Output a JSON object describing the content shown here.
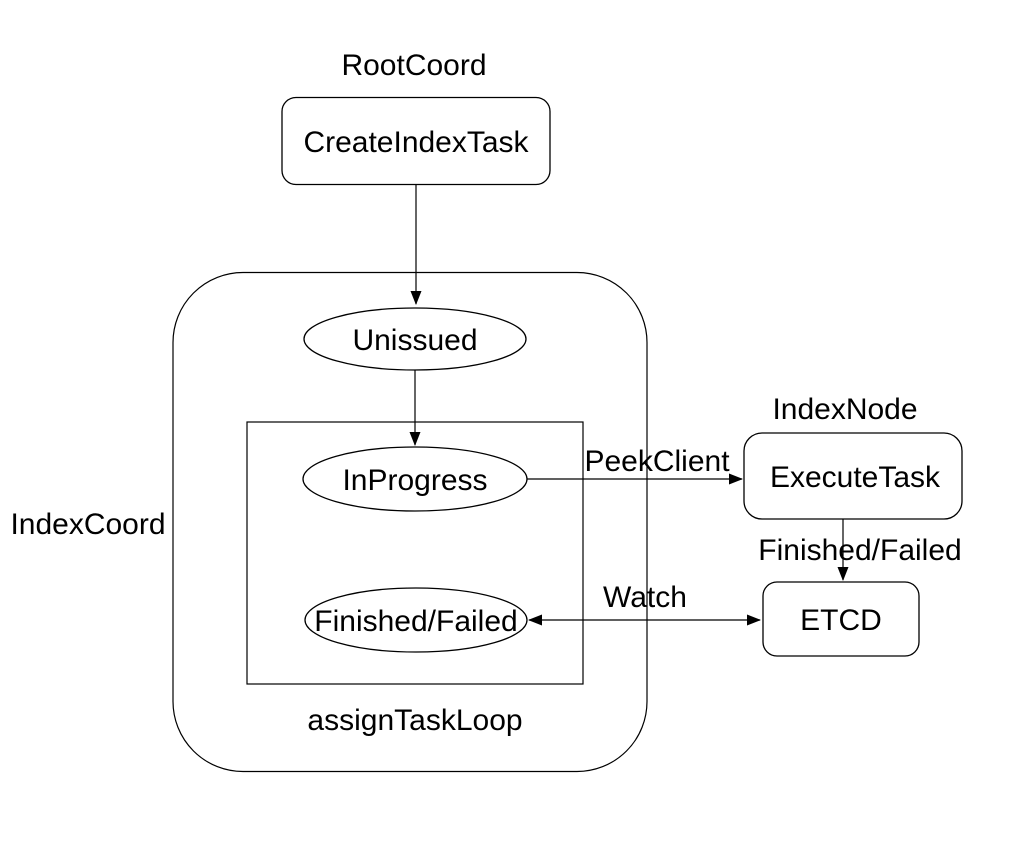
{
  "diagram": {
    "title_labels": {
      "root_coord": "RootCoord",
      "index_coord": "IndexCoord",
      "index_node": "IndexNode",
      "assign_task_loop": "assignTaskLoop"
    },
    "nodes": {
      "create_index_task": "CreateIndexTask",
      "unissued": "Unissued",
      "in_progress": "InProgress",
      "finished_failed": "Finished/Failed",
      "execute_task": "ExecuteTask",
      "etcd": "ETCD"
    },
    "edge_labels": {
      "peek_client": "PeekClient",
      "finished_failed": "Finished/Failed",
      "watch": "Watch"
    },
    "colors": {
      "background": "#ffffff",
      "stroke": "#000000",
      "text": "#000000"
    }
  }
}
